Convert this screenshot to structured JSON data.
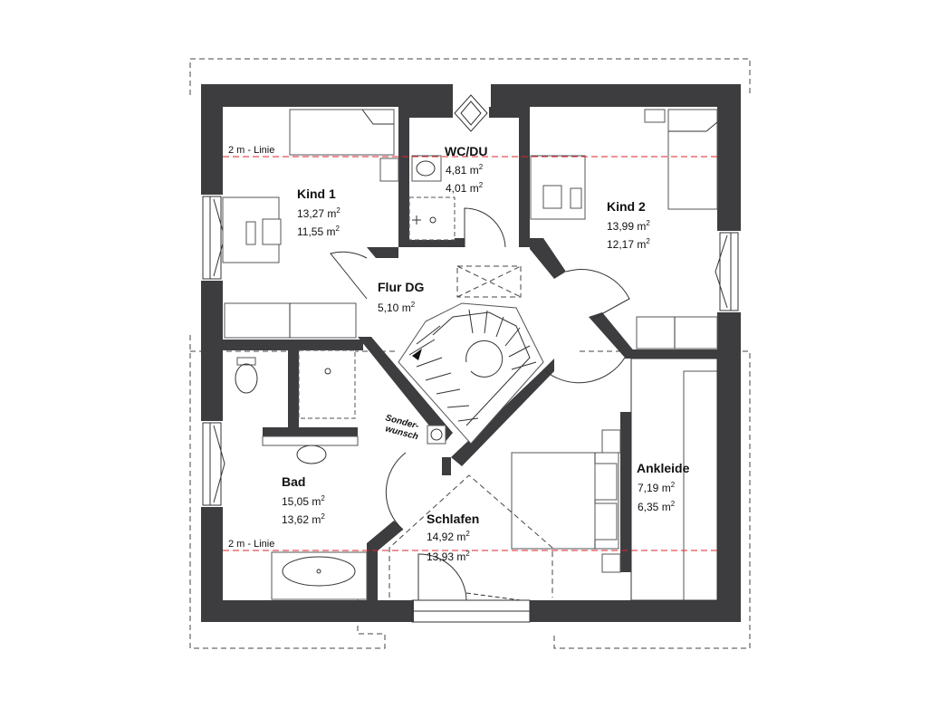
{
  "rooms": {
    "kind1": {
      "name": "Kind 1",
      "area1": "13,27 m",
      "area2": "11,55 m"
    },
    "wcdu": {
      "name": "WC/DU",
      "area1": "4,81 m",
      "area2": "4,01 m"
    },
    "kind2": {
      "name": "Kind 2",
      "area1": "13,99 m",
      "area2": "12,17 m"
    },
    "flur": {
      "name": "Flur DG",
      "area1": "5,10 m"
    },
    "bad": {
      "name": "Bad",
      "area1": "15,05 m",
      "area2": "13,62 m"
    },
    "schlafen": {
      "name": "Schlafen",
      "area1": "14,92 m",
      "area2": "13,93 m"
    },
    "ankleide": {
      "name": "Ankleide",
      "area1": "7,19 m",
      "area2": "6,35 m"
    }
  },
  "unit_exponent": "2",
  "labels": {
    "line_top": "2 m - Linie",
    "line_bottom": "2 m - Linie",
    "sonder_1": "Sonder-",
    "sonder_2": "wunsch"
  },
  "colors": {
    "wall": "#3d3d40",
    "height_line": "#e0232b"
  }
}
